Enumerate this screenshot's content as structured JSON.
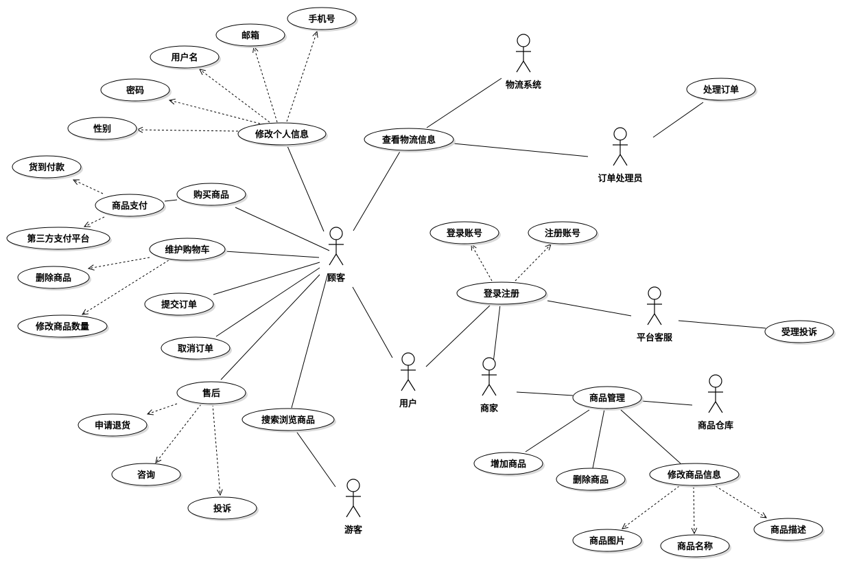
{
  "actors": [
    {
      "id": "customer",
      "label": "顾客"
    },
    {
      "id": "user",
      "label": "用户"
    },
    {
      "id": "merchant",
      "label": "商家"
    },
    {
      "id": "visitor",
      "label": "游客"
    },
    {
      "id": "logistics",
      "label": "物流系统"
    },
    {
      "id": "orderHandler",
      "label": "订单处理员"
    },
    {
      "id": "service",
      "label": "平台客服"
    },
    {
      "id": "warehouse",
      "label": "商品仓库"
    }
  ],
  "useCases": [
    {
      "id": "phone",
      "label": "手机号"
    },
    {
      "id": "email",
      "label": "邮箱"
    },
    {
      "id": "username",
      "label": "用户名"
    },
    {
      "id": "password",
      "label": "密码"
    },
    {
      "id": "gender",
      "label": "性别"
    },
    {
      "id": "modifyInfo",
      "label": "修改个人信息"
    },
    {
      "id": "viewLogistics",
      "label": "查看物流信息"
    },
    {
      "id": "processOrder",
      "label": "处理订单"
    },
    {
      "id": "cod",
      "label": "货到付款"
    },
    {
      "id": "productPay",
      "label": "商品支付"
    },
    {
      "id": "buy",
      "label": "购买商品"
    },
    {
      "id": "thirdParty",
      "label": "第三方支付平台"
    },
    {
      "id": "cart",
      "label": "维护购物车"
    },
    {
      "id": "cartDelete",
      "label": "删除商品"
    },
    {
      "id": "cartQty",
      "label": "修改商品数量"
    },
    {
      "id": "submitOrder",
      "label": "提交订单"
    },
    {
      "id": "cancelOrder",
      "label": "取消订单"
    },
    {
      "id": "afterSale",
      "label": "售后"
    },
    {
      "id": "refund",
      "label": "申请退货"
    },
    {
      "id": "consult",
      "label": "咨询"
    },
    {
      "id": "complain",
      "label": "投诉"
    },
    {
      "id": "search",
      "label": "搜索浏览商品"
    },
    {
      "id": "login",
      "label": "登录账号"
    },
    {
      "id": "register",
      "label": "注册账号"
    },
    {
      "id": "loginReg",
      "label": "登录注册"
    },
    {
      "id": "handleComplaint",
      "label": "受理投诉"
    },
    {
      "id": "productMgmt",
      "label": "商品管理"
    },
    {
      "id": "addProduct",
      "label": "增加商品"
    },
    {
      "id": "delProduct",
      "label": "删除商品"
    },
    {
      "id": "editProduct",
      "label": "修改商品信息"
    },
    {
      "id": "productImg",
      "label": "商品图片"
    },
    {
      "id": "productName",
      "label": "商品名称"
    },
    {
      "id": "productDesc",
      "label": "商品描述"
    }
  ],
  "associations": [
    [
      "modifyInfo",
      "customer"
    ],
    [
      "buy",
      "customer"
    ],
    [
      "cart",
      "customer"
    ],
    [
      "submitOrder",
      "customer"
    ],
    [
      "cancelOrder",
      "customer"
    ],
    [
      "afterSale",
      "customer"
    ],
    [
      "search",
      "customer"
    ],
    [
      "viewLogistics",
      "customer"
    ],
    [
      "customer",
      "user"
    ],
    [
      "viewLogistics",
      "logistics"
    ],
    [
      "viewLogistics",
      "orderHandler"
    ],
    [
      "orderHandler",
      "processOrder"
    ],
    [
      "buy",
      "productPay"
    ],
    [
      "search",
      "visitor"
    ],
    [
      "loginReg",
      "user"
    ],
    [
      "loginReg",
      "merchant"
    ],
    [
      "loginReg",
      "service"
    ],
    [
      "service",
      "handleComplaint"
    ],
    [
      "merchant",
      "productMgmt"
    ],
    [
      "productMgmt",
      "warehouse"
    ],
    [
      "productMgmt",
      "addProduct"
    ],
    [
      "productMgmt",
      "delProduct"
    ],
    [
      "productMgmt",
      "editProduct"
    ]
  ],
  "dependencies": [
    [
      "modifyInfo",
      "phone"
    ],
    [
      "modifyInfo",
      "email"
    ],
    [
      "modifyInfo",
      "username"
    ],
    [
      "modifyInfo",
      "password"
    ],
    [
      "modifyInfo",
      "gender"
    ],
    [
      "productPay",
      "cod"
    ],
    [
      "productPay",
      "thirdParty"
    ],
    [
      "cart",
      "cartDelete"
    ],
    [
      "cart",
      "cartQty"
    ],
    [
      "afterSale",
      "refund"
    ],
    [
      "afterSale",
      "consult"
    ],
    [
      "afterSale",
      "complain"
    ],
    [
      "loginReg",
      "login"
    ],
    [
      "loginReg",
      "register"
    ],
    [
      "editProduct",
      "productImg"
    ],
    [
      "editProduct",
      "productName"
    ],
    [
      "editProduct",
      "productDesc"
    ]
  ]
}
